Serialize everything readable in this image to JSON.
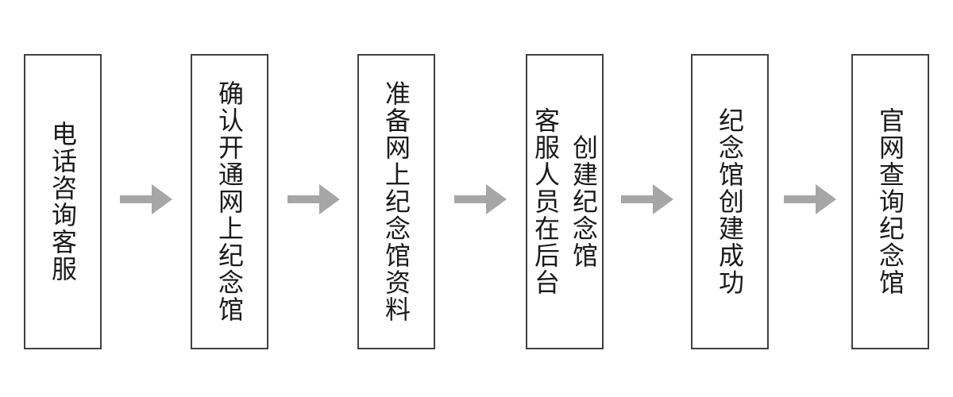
{
  "diagram": {
    "title": "memorial-hall-creation-flow",
    "background": "#ffffff",
    "box_border_color": "#404040",
    "text_color": "#1a1a1a",
    "arrow_color": "#a6a6a6",
    "steps": [
      {
        "id": 1,
        "lines": [
          "电话咨询客服"
        ]
      },
      {
        "id": 2,
        "lines": [
          "确认开通网上纪念馆"
        ]
      },
      {
        "id": 3,
        "lines": [
          "准备网上纪念馆资料"
        ]
      },
      {
        "id": 4,
        "lines": [
          "客服人员在后台",
          "创建纪念馆"
        ]
      },
      {
        "id": 5,
        "lines": [
          "纪念馆创建成功"
        ]
      },
      {
        "id": 6,
        "lines": [
          "官网查询纪念馆"
        ]
      }
    ]
  }
}
